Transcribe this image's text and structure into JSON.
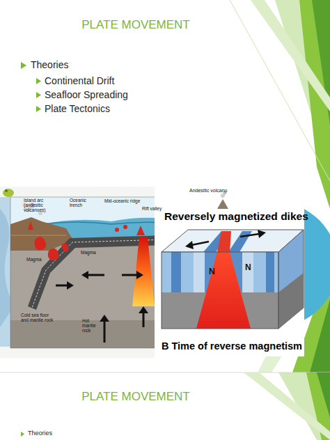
{
  "diagram": {
    "title": "PLATE MOVEMENT",
    "labels": [
      "Theories",
      "Continental Drift",
      "Seafloor Spreading",
      "Plate Tectonics",
      "Island arc (andesitic volcanoes)",
      "Oceanic trench",
      "Mid-oceanic ridge",
      "Rift valley",
      "Magma",
      "Magma",
      "Cold sea floor and mantle rock",
      "Hot mantle rock",
      "Andesitic volcano",
      "Reversely magnetized dikes",
      "N",
      "N",
      "B Time of reverse magnetism",
      "PLATE MOVEMENT",
      "Theories"
    ]
  }
}
